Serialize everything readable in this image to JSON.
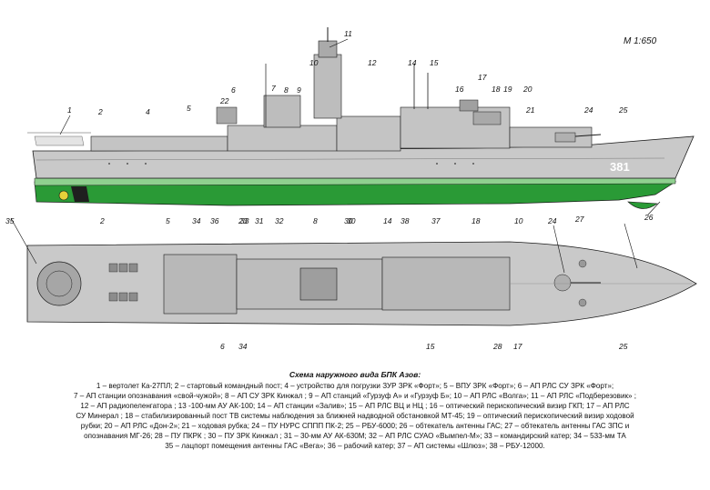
{
  "scale": "М 1:650",
  "hull_number": "381",
  "colors": {
    "hull": "#c9c9c9",
    "deck": "#b2b2b2",
    "waterline": "#2a9a36",
    "bootline": "#8fd08f",
    "outline": "#1a1a1a"
  },
  "profile_labels": [
    "1",
    "2",
    "4",
    "5",
    "6",
    "7",
    "8",
    "9",
    "10",
    "11",
    "12",
    "14",
    "15",
    "16",
    "17",
    "18",
    "19",
    "20",
    "21",
    "22",
    "23",
    "24",
    "25",
    "26",
    "27",
    "30",
    "33",
    "34",
    "35"
  ],
  "plan_labels": [
    "2",
    "5",
    "6",
    "8",
    "10",
    "14",
    "15",
    "17",
    "18",
    "24",
    "25",
    "28",
    "30",
    "31",
    "32",
    "34",
    "36",
    "37",
    "38"
  ],
  "caption": {
    "title": "Схема наружного вида БПК Азов:",
    "lines": [
      "1 – вертолет Ка-27ПЛ; 2 – стартовый командный пост; 4 – устройство для погрузки ЗУР ЗРК «Форт»; 5 – ВПУ ЗРК «Форт»; 6 – АП РЛС СУ ЗРК «Форт»;",
      "7 – АП станции опознавания «свой-чужой»; 8 – АП СУ ЗРК Кинжал ; 9 – АП станций «Гурзуф А» и «Гурзуф Б»; 10 – АП РЛС «Волга»; 11 – АП РЛС «Подберезовик» ;",
      "12 – АП радиопеленгатора ; 13 -100-мм АУ АК-100; 14 – АП станции «Залив»; 15 – АП РЛС ВЦ и НЦ ; 16 – оптический перископический визир ГКП; 17 – АП РЛС",
      "СУ Минерал ; 18 – стабилизированный пост ТВ системы наблюдения за ближней надводной обстановкой МТ-45; 19 – оптический перископический визир ходовой",
      "рубки; 20 – АП РЛС «Дон-2»; 21 – ходовая рубка; 24 – ПУ НУРС СППП ПК-2; 25 – РБУ-6000; 26 – обтекатель антенны ГАС; 27 – обтекатель антенны ГАС ЗПС и",
      "опознавания МГ-26; 28 – ПУ ПКРК ; 30 – ПУ ЗРК Кинжал ; 31 – 30-мм АУ АК-630М; 32 – АП РЛС СУАО «Вымпел-М»; 33 – командирский катер; 34 – 533-мм ТА",
      "35 – лацпорт помещения антенны ГАС «Вега»; 36 – рабочий катер; 37 – АП системы «Шлюз»; 38 – РБУ-12000."
    ]
  }
}
